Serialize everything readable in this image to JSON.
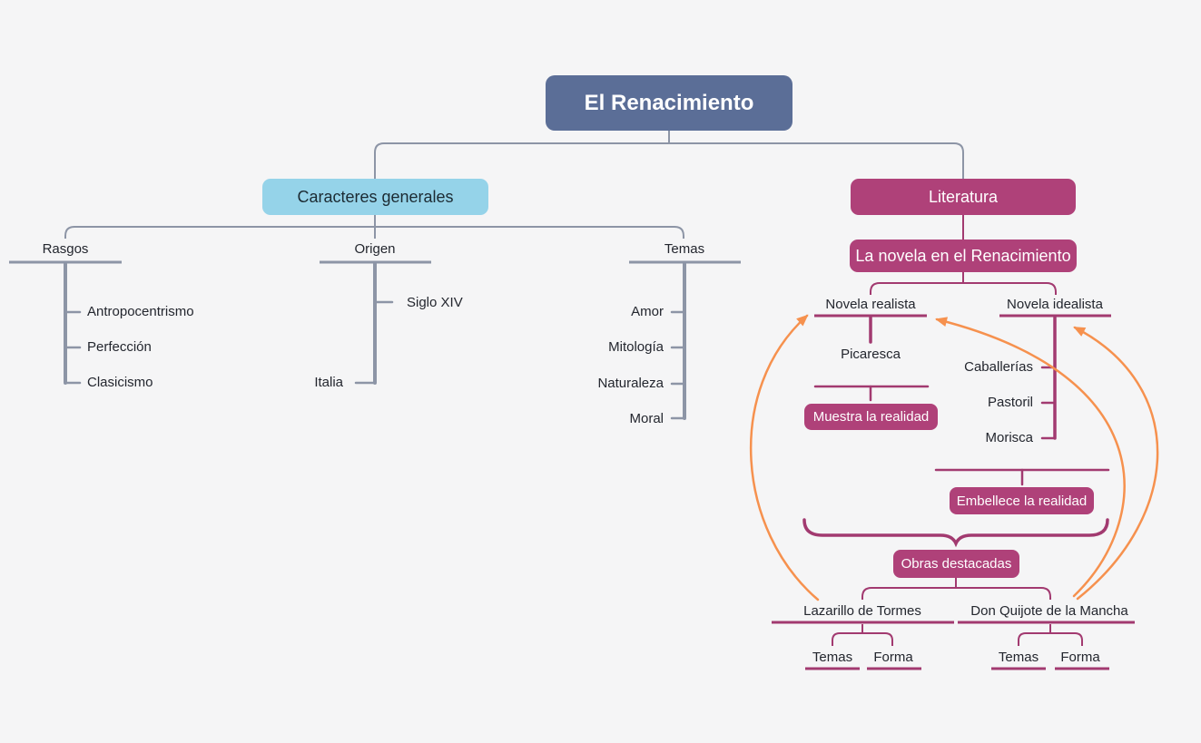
{
  "colors": {
    "background": "#f5f5f6",
    "root_box": "#5b6e97",
    "branch_box_blue": "#95d3e9",
    "magenta_box": "#af4179",
    "magenta_line": "#a23a70",
    "gray_line": "#8d95a6",
    "orange_arrow": "#f6914e",
    "text": "#23262e"
  },
  "root": {
    "label": "El Renacimiento"
  },
  "caracteres_generales": {
    "label": "Caracteres generales",
    "rasgos": {
      "label": "Rasgos",
      "items": [
        "Antropocentrismo",
        "Perfección",
        "Clasicismo"
      ]
    },
    "origen": {
      "label": "Origen",
      "items": [
        "Siglo XIV",
        "Italia"
      ]
    },
    "temas": {
      "label": "Temas",
      "items": [
        "Amor",
        "Mitología",
        "Naturaleza",
        "Moral"
      ]
    }
  },
  "literatura": {
    "label": "Literatura",
    "la_novela": {
      "label": "La novela en el Renacimiento"
    },
    "novela_realista": {
      "label": "Novela realista",
      "subgenero": "Picaresca",
      "caracteristica": "Muestra la realidad"
    },
    "novela_idealista": {
      "label": "Novela idealista",
      "items": [
        "Caballerías",
        "Pastoril",
        "Morisca"
      ],
      "caracteristica": "Embellece la realidad"
    },
    "obras_destacadas": {
      "label": "Obras destacadas",
      "works": [
        {
          "title": "Lazarillo de Tormes",
          "aspects": [
            "Temas",
            "Forma"
          ]
        },
        {
          "title": "Don Quijote de la Mancha",
          "aspects": [
            "Temas",
            "Forma"
          ]
        }
      ]
    }
  }
}
